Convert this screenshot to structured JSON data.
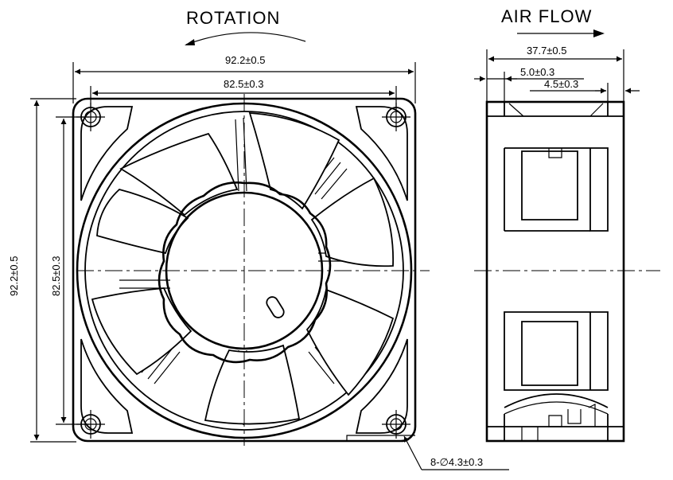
{
  "titles": {
    "rotation": "ROTATION",
    "airflow": "AIR FLOW"
  },
  "dimensions": {
    "overall_width": "92.2±0.5",
    "hole_spacing_width": "82.5±0.3",
    "overall_height": "92.2±0.5",
    "hole_spacing_height": "82.5±0.3",
    "depth": "37.7±0.5",
    "flange_left": "5.0±0.3",
    "flange_right": "4.5±0.3",
    "mounting_holes": "8-∅4.3±0.3"
  }
}
